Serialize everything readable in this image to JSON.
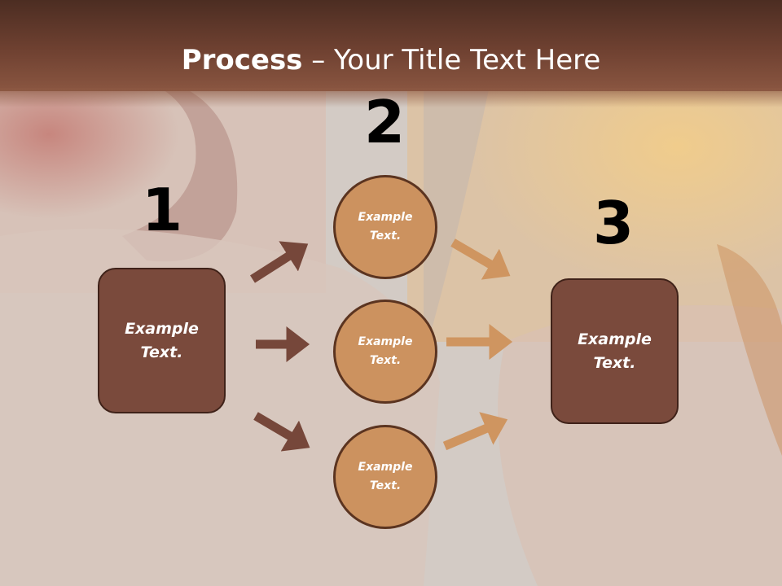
{
  "title": {
    "bold": "Process",
    "rest": " – Your Title Text Here"
  },
  "steps": [
    {
      "number": "1",
      "label": "Example\nText."
    },
    {
      "number": "2",
      "label": "Example\nText."
    },
    {
      "number": "3",
      "label": "Example\nText."
    }
  ],
  "circles": [
    {
      "label": "Example\nText."
    },
    {
      "label": "Example\nText."
    },
    {
      "label": "Example\nText."
    }
  ],
  "colors": {
    "box_fill": "#7a4a3c",
    "circle_fill": "#cc925f",
    "arrow_dark": "#76473a",
    "arrow_light": "#cf9560"
  }
}
